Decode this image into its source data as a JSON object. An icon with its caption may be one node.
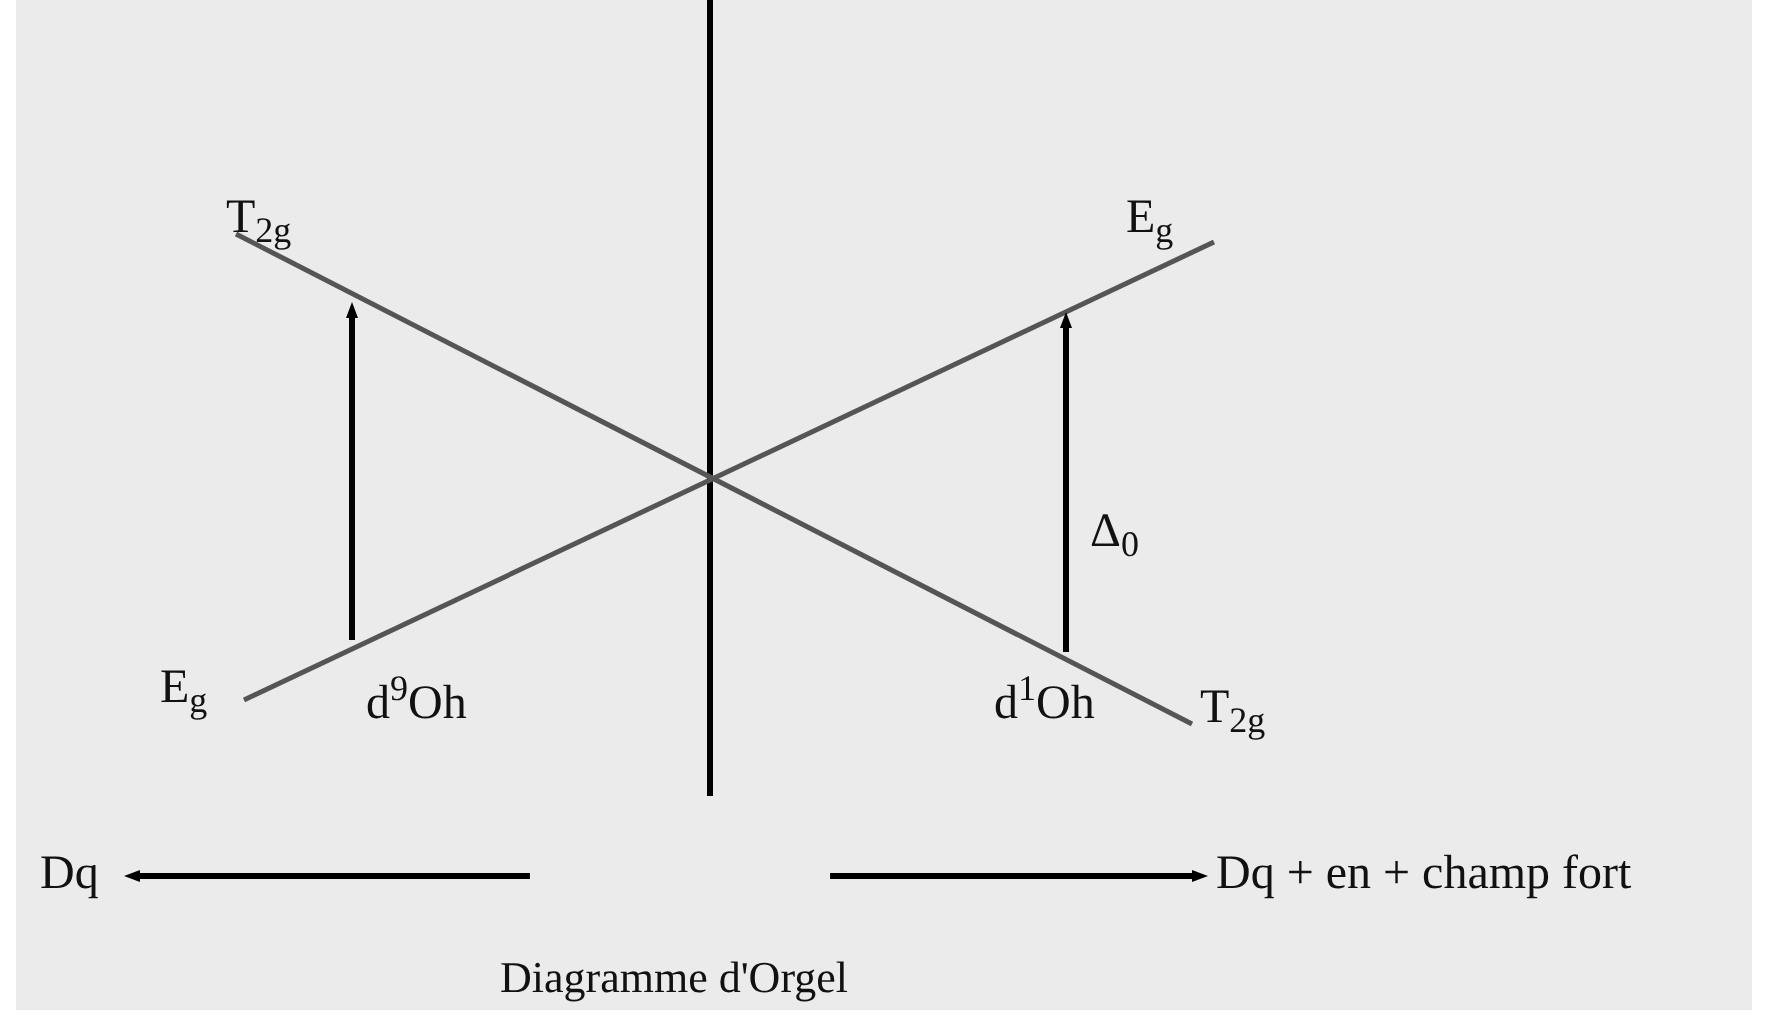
{
  "diagram": {
    "caption": "Diagramme d'Orgel",
    "labels": [
      "T$_{2g}$",
      "E$_{g}$",
      "Δ$_{0}$",
      "E$_{g}$",
      "d$^{9}$Oh",
      "d$^{1}$Oh",
      "T$_{2g}$",
      "Dq",
      "Dq + en + champ fort"
    ]
  }
}
